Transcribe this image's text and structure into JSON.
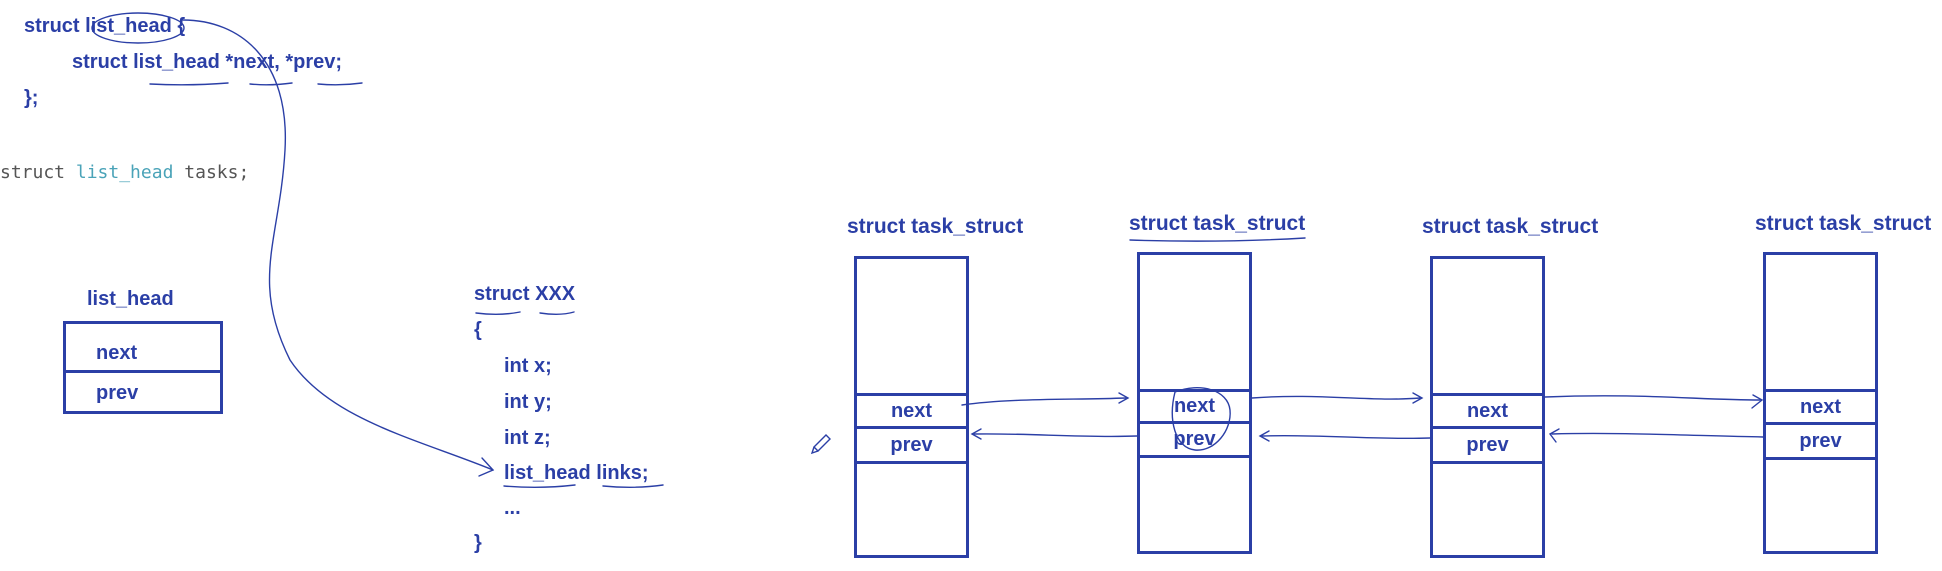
{
  "struct_def": {
    "line1_kw": "struct",
    "line1_name": "list_head",
    "line1_brace": "{",
    "line2": "struct list_head *next, *prev;",
    "line3": "};"
  },
  "code_decl": {
    "kw": "struct",
    "type": "list_head",
    "var": "tasks;"
  },
  "list_head_box": {
    "title": "list_head",
    "field_next": "next",
    "field_prev": "prev"
  },
  "struct_xxx": {
    "header": "struct XXX",
    "open_brace": "{",
    "lines": [
      "int x;",
      "int y;",
      "int z;",
      "list_head links;",
      "..."
    ],
    "close_brace": "}"
  },
  "task_structs": [
    {
      "title": "struct task_struct",
      "next": "next",
      "prev": "prev"
    },
    {
      "title": "struct task_struct",
      "next": "next",
      "prev": "prev"
    },
    {
      "title": "struct task_struct",
      "next": "next",
      "prev": "prev"
    },
    {
      "title": "struct task_struct",
      "next": "next",
      "prev": "prev"
    }
  ],
  "colors": {
    "ink": "#2b3fa6",
    "code_text": "#555555",
    "code_type": "#4aa3b8"
  }
}
